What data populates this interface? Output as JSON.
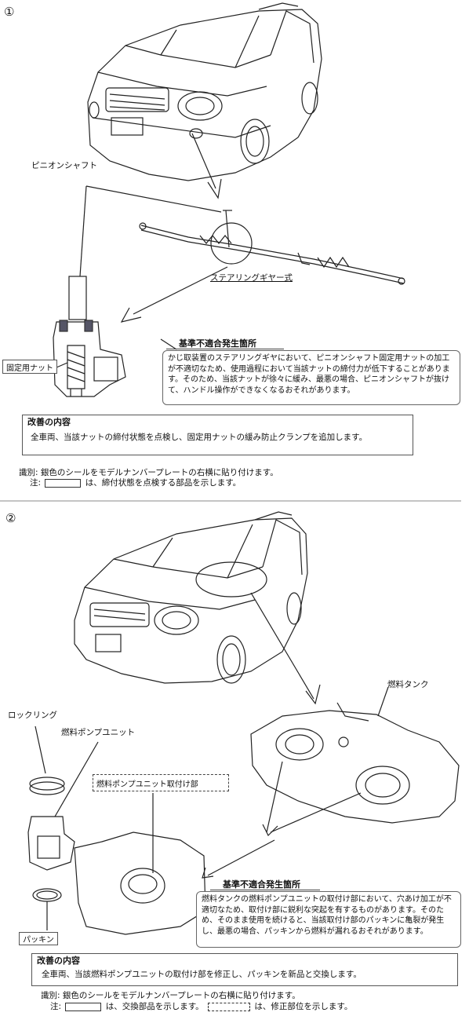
{
  "section1": {
    "number": "①",
    "pinion_label": "ピニオンシャフト",
    "gear_label": "ステアリングギヤー式",
    "nut_label": "固定用ナット",
    "defect_title": "基準不適合発生箇所",
    "defect_text": "かじ取装置のステアリングギヤにおいて、ピニオンシャフト固定用ナットの加工が不適切なため、使用過程において当該ナットの締付力が低下することがあります。そのため、当該ナットが徐々に緩み、最悪の場合、ピニオンシャフトが抜けて、ハンドル操作ができなくなるおそれがあります。",
    "fix_title": "改善の内容",
    "fix_text": "全車両、当該ナットの締付状態を点検し、固定用ナットの緩み防止クランプを追加します。",
    "id_text": "識別: 銀色のシールをモデルナンバープレートの右横に貼り付けます。",
    "note_prefix": "注:",
    "note_text": "は、締付状態を点検する部品を示します。"
  },
  "section2": {
    "number": "②",
    "tank_label": "燃料タンク",
    "lockring_label": "ロックリング",
    "pump_label": "燃料ポンプユニット",
    "mount_label": "燃料ポンプユニット取付け部",
    "gasket_label": "パッキン",
    "defect_title": "基準不適合発生箇所",
    "defect_text": "燃料タンクの燃料ポンプユニットの取付け部において、穴あけ加工が不適切なため、取付け部に鋭利な突起を有するものがあります。そのため、そのまま使用を続けると、当該取付け部のパッキンに亀裂が発生し、最悪の場合、パッキンから燃料が漏れるおそれがあります。",
    "fix_title": "改善の内容",
    "fix_text": "全車両、当該燃料ポンプユニットの取付け部を修正し、パッキンを新品と交換します。",
    "id_text": "識別: 銀色のシールをモデルナンバープレートの右横に貼り付けます。",
    "note_prefix": "注:",
    "note_text1": "は、交換部品を示します。",
    "note_text2": "は、修正部位を示します。"
  }
}
